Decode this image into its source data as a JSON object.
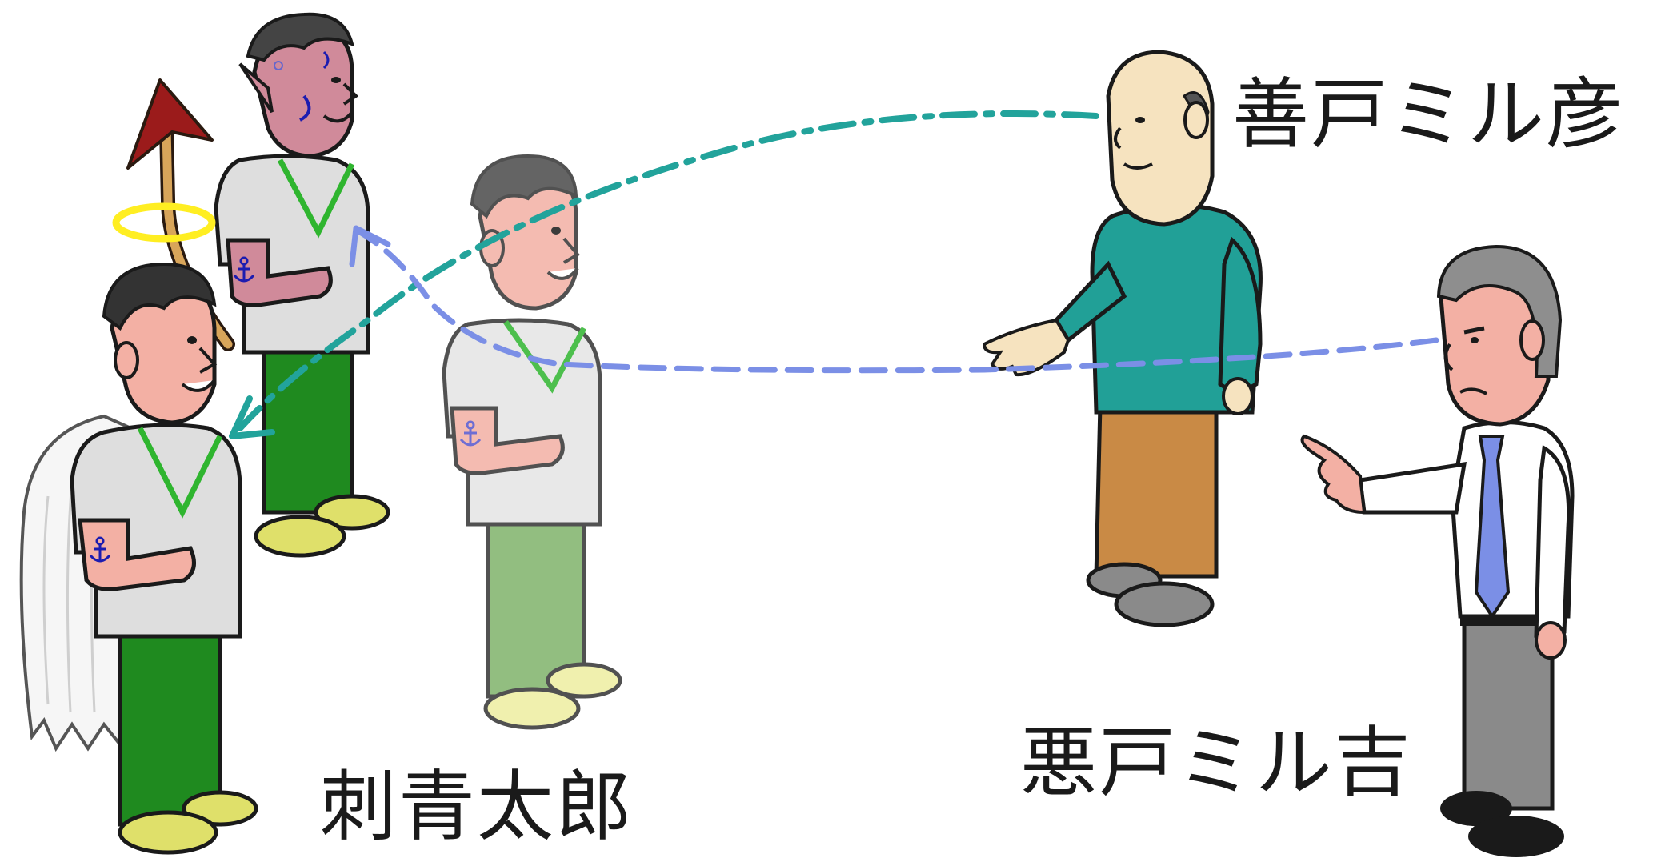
{
  "labels": {
    "protagonist": "刺青太郎",
    "good_person": "善戸ミル彦",
    "bad_person": "悪戸ミル吉"
  },
  "colors": {
    "good_link": "#22a39b",
    "bad_link": "#7b8fe6",
    "halo": "#ffee22",
    "devil_arrow": "#9b1b1b",
    "devil_skin": "#d08a9a",
    "angel_skin": "#f3b0a4",
    "shirt": "#dedede",
    "collar": "#2fb52f",
    "pants_dark": "#1f8a1f",
    "pants_light": "#7fb36b",
    "shoes": "#dfe06a",
    "tattoo": "#1c1cb0",
    "good_sweater": "#21a097",
    "good_pants": "#c98a45",
    "bad_shirt": "#ffffff",
    "bad_tie": "#7b8fe6",
    "bad_pants": "#8a8a8a"
  },
  "icons": {
    "angel_halo": "halo-icon",
    "angel_wing": "wing-icon",
    "devil_tail": "devil-tail-icon",
    "tattoo": "anchor-tattoo-icon"
  }
}
